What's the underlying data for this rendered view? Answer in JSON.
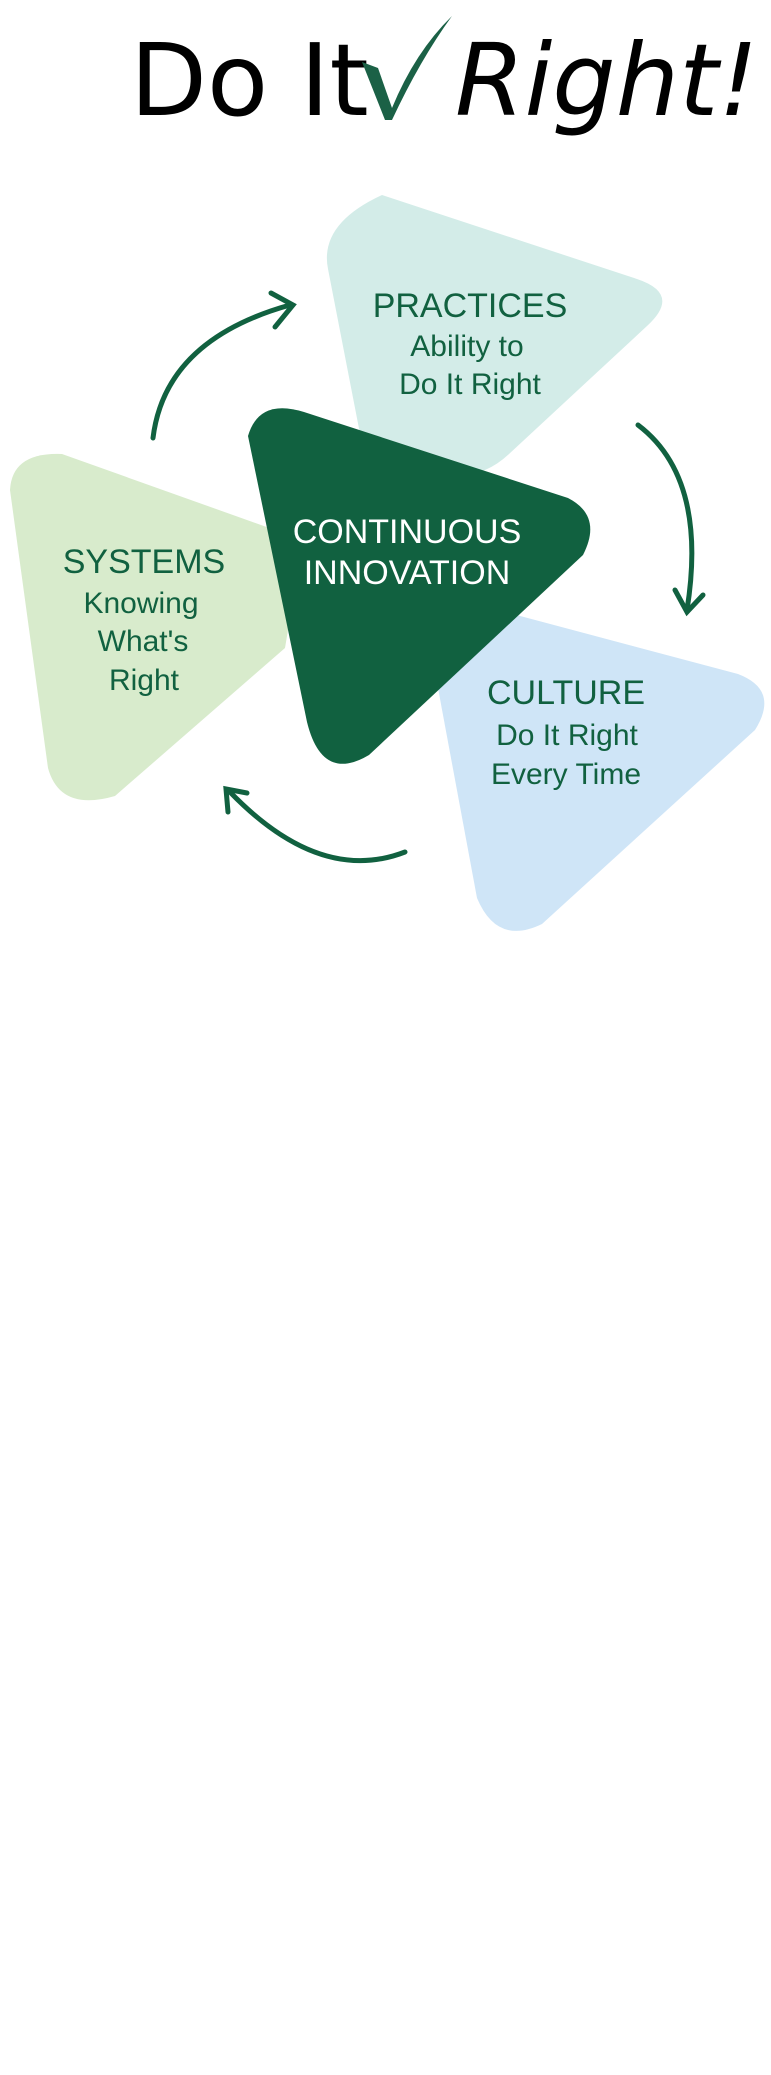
{
  "title": {
    "prefix": "Do It",
    "suffix": "Right!"
  },
  "colors": {
    "dark_green": "#116140",
    "practices_fill": "#d3ece8",
    "systems_fill": "#d8ebcc",
    "culture_fill": "#cfe5f7",
    "center_fill": "#116140",
    "center_text": "#ffffff",
    "arrow": "#116140",
    "title": "#000000"
  },
  "icons": {
    "title_mark": "checkmark-icon"
  },
  "nodes": {
    "practices": {
      "heading": "PRACTICES",
      "lines": [
        "Ability to",
        "Do It Right"
      ]
    },
    "systems": {
      "heading": "SYSTEMS",
      "lines": [
        "Knowing",
        "What's",
        "Right"
      ]
    },
    "culture": {
      "heading": "CULTURE",
      "lines": [
        "Do It Right",
        "Every Time"
      ]
    },
    "center": {
      "lines": [
        "CONTINUOUS",
        "INNOVATION"
      ]
    }
  }
}
